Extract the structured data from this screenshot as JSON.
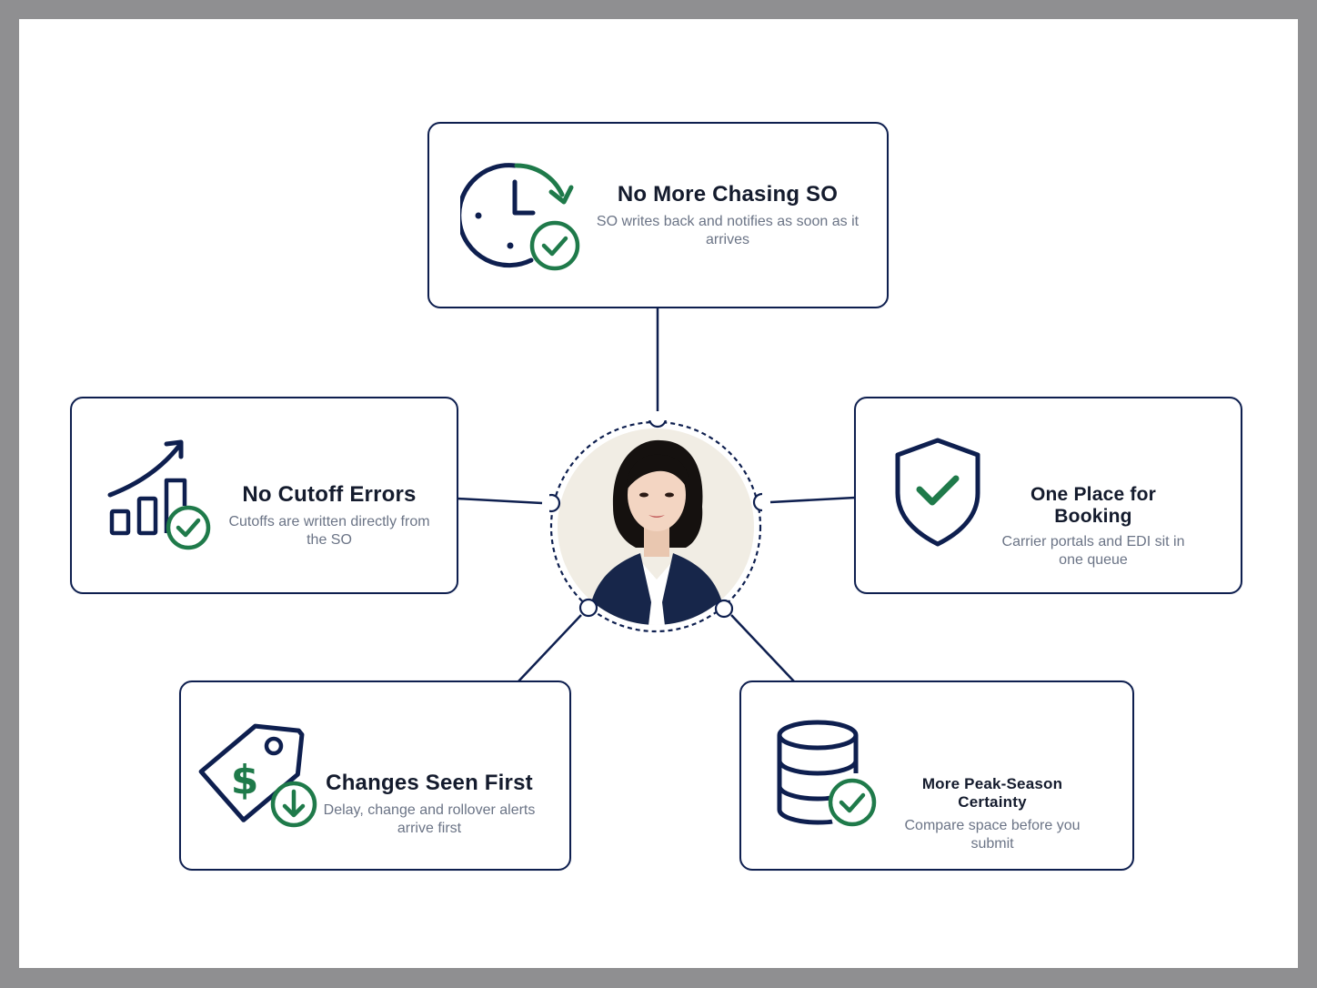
{
  "colors": {
    "navy": "#0e1f4f",
    "green": "#1f7a4a",
    "title_text": "#141b2d",
    "desc_text": "#6b7486",
    "frame": "#8f8f91"
  },
  "center": {
    "image": "portrait of a smiling woman with short black hair wearing a navy blazer and white shirt"
  },
  "cards": [
    {
      "id": "top",
      "title": "No More Chasing SO",
      "description": "SO writes back and notifies as soon as it arrives",
      "icon": "clock-refresh-check-icon"
    },
    {
      "id": "left",
      "title": "No Cutoff Errors",
      "description": "Cutoffs are written directly from the SO",
      "icon": "growth-chart-check-icon"
    },
    {
      "id": "right",
      "title": "One Place for Booking",
      "description": "Carrier portals and EDI sit in one queue",
      "icon": "shield-check-icon"
    },
    {
      "id": "bottom_left",
      "title": "Changes Seen First",
      "description": "Delay, change and rollover alerts arrive first",
      "icon": "price-tag-dollar-download-icon"
    },
    {
      "id": "bottom_right",
      "title": "More Peak-Season Certainty",
      "description": "Compare space before you submit",
      "icon": "database-check-icon"
    }
  ]
}
